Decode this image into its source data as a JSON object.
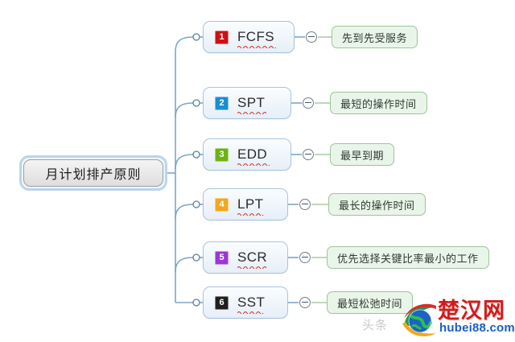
{
  "diagram": {
    "type": "mind-map",
    "root": {
      "label": "月计划排产原则"
    },
    "branches": [
      {
        "index": "1",
        "acronym": "FCFS",
        "badge_color": "#cc1111",
        "description": "先到先受服务",
        "toggle": "collapse-minus-icon"
      },
      {
        "index": "2",
        "acronym": "SPT",
        "badge_color": "#1a8ed1",
        "description": "最短的操作时间",
        "toggle": "collapse-minus-icon"
      },
      {
        "index": "3",
        "acronym": "EDD",
        "badge_color": "#6cb312",
        "description": "最早到期",
        "toggle": "collapse-minus-icon"
      },
      {
        "index": "4",
        "acronym": "LPT",
        "badge_color": "#f0a81c",
        "description": "最长的操作时间",
        "toggle": "collapse-minus-icon"
      },
      {
        "index": "5",
        "acronym": "SCR",
        "badge_color": "#9b37d4",
        "description": "优先选择关键比率最小的工作",
        "toggle": "collapse-minus-icon"
      },
      {
        "index": "6",
        "acronym": "SST",
        "badge_color": "#1f1f1f",
        "description": "最短松弛时间",
        "toggle": "collapse-minus-icon"
      }
    ]
  },
  "watermark": {
    "platform": "头条",
    "brand": "楚汉网",
    "domain": "hubei88.com"
  },
  "colors": {
    "connector": "#7ba7c7",
    "connector_green": "#a8cba4",
    "node_border": "#a9c4dc",
    "leaf_border": "#9ec39b",
    "leaf_fill": "#eaf5e9",
    "root_border": "#b9d6ec",
    "spellcheck_underline": "#d4322c"
  }
}
